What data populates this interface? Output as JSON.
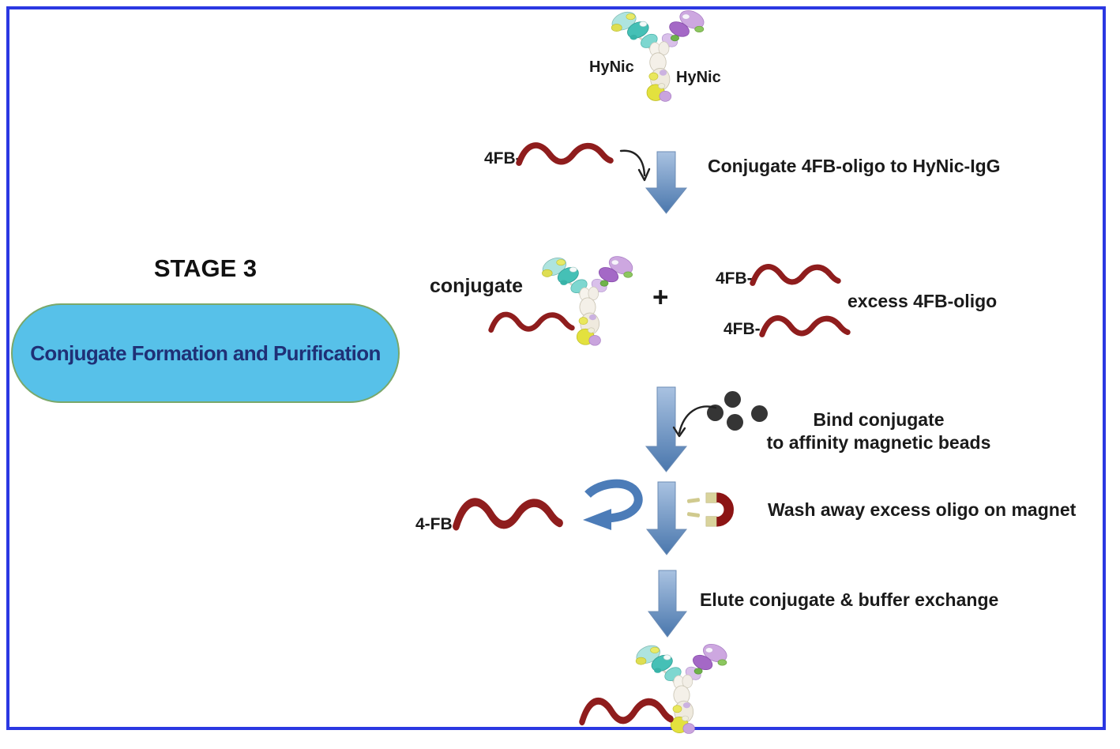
{
  "stage": {
    "title": "STAGE 3",
    "subtitle": "Conjugate Formation and Purification"
  },
  "antibody": {
    "hynic_left": "HyNic",
    "hynic_right": "HyNic"
  },
  "steps": {
    "conjugation": {
      "oligo_label": "4FB-",
      "caption": "Conjugate 4FB-oligo to HyNic-IgG"
    },
    "mixture": {
      "conjugate_label": "conjugate",
      "plus": "+",
      "excess_oligo_top_label": "4FB-",
      "excess_oligo_bottom_label": "4FB-",
      "excess_caption": "excess 4FB-oligo"
    },
    "bind": {
      "caption_line1": "Bind conjugate",
      "caption_line2": "to affinity magnetic beads"
    },
    "wash": {
      "oligo_label": "4-FB",
      "caption": "Wash away excess oligo on magnet"
    },
    "elute": {
      "caption": "Elute conjugate & buffer exchange"
    }
  },
  "icons": {
    "antibody": "igg-antibody-icon",
    "oligo": "oligo-wave-icon",
    "down_arrow": "down-arrow-icon",
    "curved_arrow": "curved-arrow-icon",
    "return_arrow": "return-arrow-icon",
    "beads": "magnetic-beads-icon",
    "magnet": "magnet-icon"
  },
  "colors": {
    "frame_border": "#2b38e2",
    "arrow_blue_light": "#a9c2e1",
    "arrow_blue_dark": "#4a77ad",
    "oligo_red": "#8f1d1d",
    "stage_ellipse_fill": "#57c1e9",
    "stage_ellipse_border": "#7aa86a",
    "stage_ellipse_text": "#1f3076",
    "bead_color": "#353535",
    "magnet_red": "#8c1414",
    "magnet_tip": "#d9d39c",
    "text_dark": "#1a1a1a"
  }
}
